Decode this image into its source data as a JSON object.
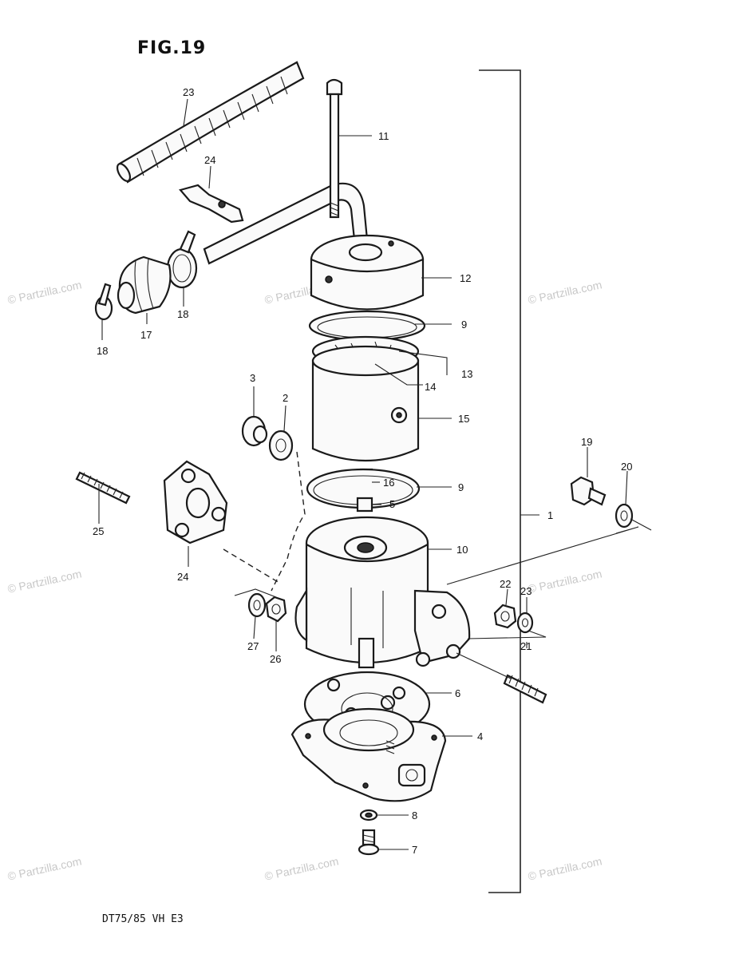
{
  "figure": {
    "title": "FIG.19",
    "footer": "DT75/85 VH E3",
    "watermark": "© Partzilla.com"
  },
  "callouts": [
    {
      "id": "1",
      "text": "1"
    },
    {
      "id": "2",
      "text": "2"
    },
    {
      "id": "3",
      "text": "3"
    },
    {
      "id": "4",
      "text": "4"
    },
    {
      "id": "5",
      "text": "5"
    },
    {
      "id": "6",
      "text": "6"
    },
    {
      "id": "7",
      "text": "7"
    },
    {
      "id": "8",
      "text": "8"
    },
    {
      "id": "9a",
      "text": "9"
    },
    {
      "id": "9b",
      "text": "9"
    },
    {
      "id": "10",
      "text": "10"
    },
    {
      "id": "11",
      "text": "11"
    },
    {
      "id": "12",
      "text": "12"
    },
    {
      "id": "13",
      "text": "13"
    },
    {
      "id": "14",
      "text": "14"
    },
    {
      "id": "15",
      "text": "15"
    },
    {
      "id": "16",
      "text": "16"
    },
    {
      "id": "17",
      "text": "17"
    },
    {
      "id": "18a",
      "text": "18"
    },
    {
      "id": "18b",
      "text": "18"
    },
    {
      "id": "19",
      "text": "19"
    },
    {
      "id": "20",
      "text": "20"
    },
    {
      "id": "21",
      "text": "21"
    },
    {
      "id": "22",
      "text": "22"
    },
    {
      "id": "23a",
      "text": "23"
    },
    {
      "id": "23b",
      "text": "23"
    },
    {
      "id": "24a",
      "text": "24"
    },
    {
      "id": "24b",
      "text": "24"
    },
    {
      "id": "25",
      "text": "25"
    },
    {
      "id": "26",
      "text": "26"
    },
    {
      "id": "27",
      "text": "27"
    }
  ]
}
